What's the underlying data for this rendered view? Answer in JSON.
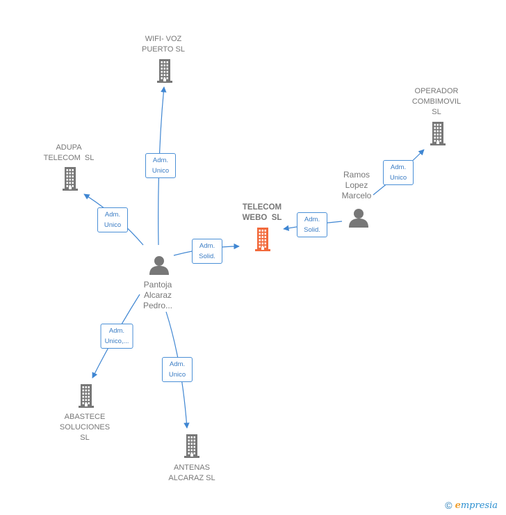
{
  "nodes": [
    {
      "id": "wifi",
      "type": "company",
      "label": [
        "WIFI- VOZ",
        "PUERTO SL"
      ]
    },
    {
      "id": "adupa",
      "type": "company",
      "label": [
        "ADUPA",
        "TELECOM  SL"
      ]
    },
    {
      "id": "telecom",
      "type": "company",
      "focus": true,
      "label": [
        "TELECOM",
        "WEBO  SL"
      ]
    },
    {
      "id": "operador",
      "type": "company",
      "label": [
        "OPERADOR",
        "COMBIMOVIL",
        "SL"
      ]
    },
    {
      "id": "ramos",
      "type": "person",
      "label": [
        "Ramos",
        "Lopez",
        "Marcelo"
      ]
    },
    {
      "id": "pantoja",
      "type": "person",
      "label": [
        "Pantoja",
        "Alcaraz",
        "Pedro..."
      ]
    },
    {
      "id": "abastece",
      "type": "company",
      "label": [
        "ABASTECE",
        "SOLUCIONES",
        "SL"
      ]
    },
    {
      "id": "antenas",
      "type": "company",
      "label": [
        "ANTENAS",
        "ALCARAZ SL"
      ]
    }
  ],
  "edges": [
    {
      "from": "pantoja",
      "to": "wifi",
      "label": [
        "Adm.",
        "Unico"
      ]
    },
    {
      "from": "pantoja",
      "to": "adupa",
      "label": [
        "Adm.",
        "Unico"
      ]
    },
    {
      "from": "pantoja",
      "to": "telecom",
      "label": [
        "Adm.",
        "Solid."
      ]
    },
    {
      "from": "pantoja",
      "to": "abastece",
      "label": [
        "Adm.",
        "Unico,..."
      ]
    },
    {
      "from": "pantoja",
      "to": "antenas",
      "label": [
        "Adm.",
        "Unico"
      ]
    },
    {
      "from": "ramos",
      "to": "telecom",
      "label": [
        "Adm.",
        "Solid."
      ]
    },
    {
      "from": "ramos",
      "to": "operador",
      "label": [
        "Adm.",
        "Unico"
      ]
    }
  ],
  "colors": {
    "edge": "#3f86d2",
    "company_icon": "#777777",
    "focus_icon": "#f26a3c",
    "person_icon": "#777777"
  },
  "footer": {
    "copyright": "©",
    "brand_initial": "e",
    "brand_rest": "mpresia"
  }
}
